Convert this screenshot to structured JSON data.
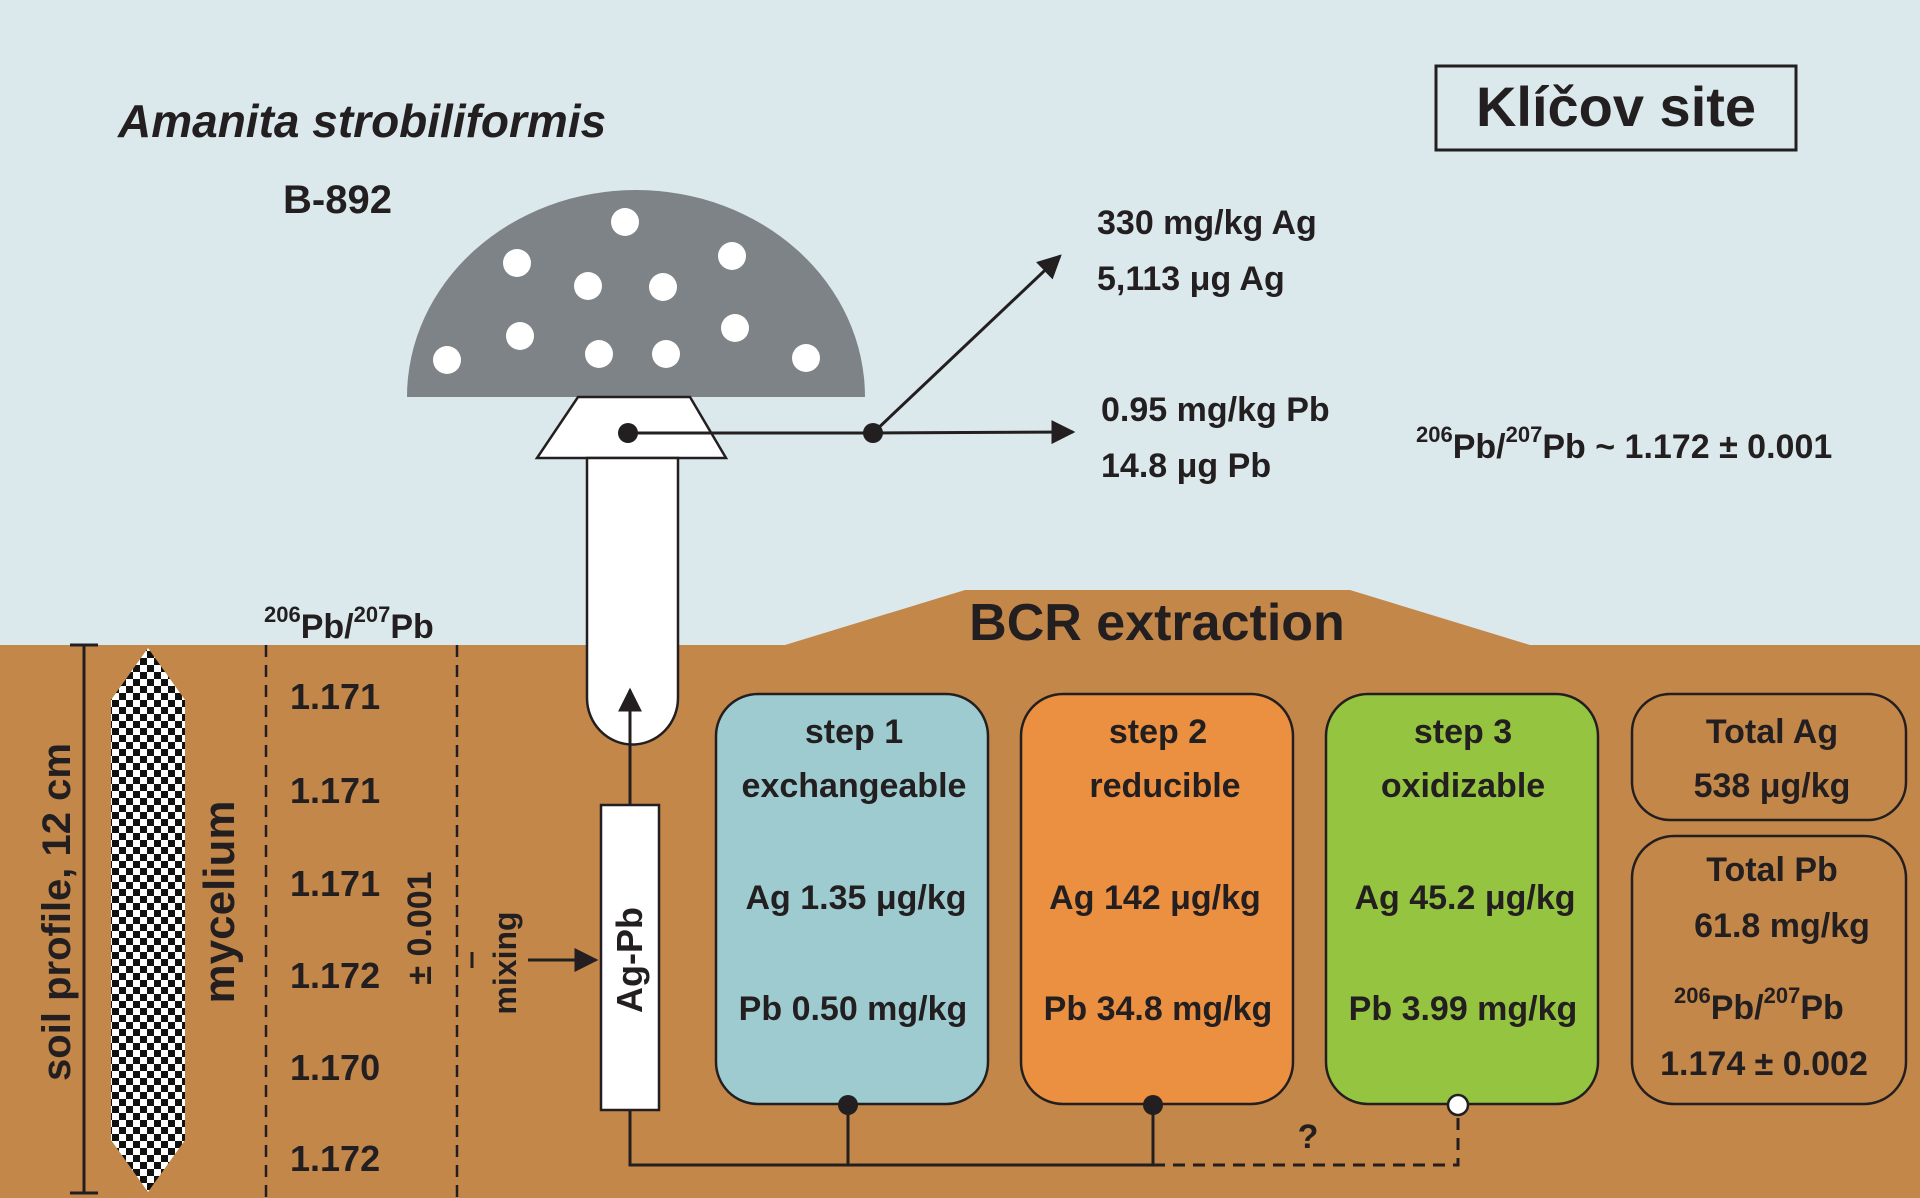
{
  "species": "Amanita strobiliformis",
  "sample_id": "B-892",
  "site": "Klíčov site",
  "fruit_body": {
    "ag_conc": "330 mg/kg Ag",
    "ag_amount": "5,113 μg Ag",
    "pb_conc": "0.95 mg/kg Pb",
    "pb_amount": "14.8 μg Pb",
    "ratio_prefix": "Pb/",
    "ratio_206": "206",
    "ratio_207": "207",
    "ratio_suffix": "Pb ~ 1.172 ± 0.001"
  },
  "soil": {
    "profile_label": "soil profile, 12 cm",
    "mycelium_label": "mycelium",
    "ratio_header_206": "206",
    "ratio_header_mid": "Pb/",
    "ratio_header_207": "207",
    "ratio_header_end": "Pb",
    "ratios": [
      "1.171",
      "1.171",
      "1.171",
      "1.172",
      "1.170",
      "1.172"
    ],
    "ratio_uncertainty": "± 0.001",
    "mixing_label": "mixing",
    "ag_pb_label": "Ag-Pb"
  },
  "bcr": {
    "title": "BCR extraction",
    "steps": [
      {
        "step": "step 1",
        "fraction": "exchangeable",
        "ag": "Ag 1.35 μg/kg",
        "pb": "Pb 0.50 mg/kg",
        "color": "#9dcbcf"
      },
      {
        "step": "step 2",
        "fraction": "reducible",
        "ag": "Ag 142 μg/kg",
        "pb": "Pb 34.8 mg/kg",
        "color": "#eb8f40"
      },
      {
        "step": "step 3",
        "fraction": "oxidizable",
        "ag": "Ag 45.2 μg/kg",
        "pb": "Pb 3.99 mg/kg",
        "color": "#95c441"
      }
    ],
    "uncertain_link": "?"
  },
  "totals": {
    "ag_title": "Total Ag",
    "ag_value": "538 μg/kg",
    "pb_title": "Total Pb",
    "pb_value": "61.8 mg/kg",
    "ratio_206": "206",
    "ratio_mid": "Pb/",
    "ratio_207": "207",
    "ratio_end": "Pb",
    "ratio_value": "1.174 ± 0.002"
  },
  "colors": {
    "sky": "#dce9ec",
    "soil": "#c4874a",
    "cap": "#7d8387",
    "ink": "#231f20"
  }
}
